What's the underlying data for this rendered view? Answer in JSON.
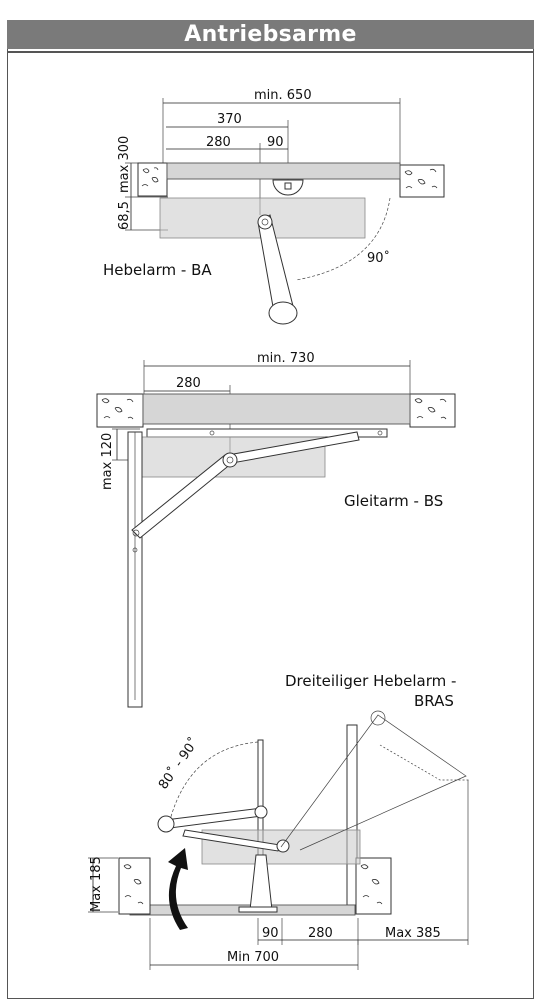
{
  "header": {
    "title": "Antriebsarme"
  },
  "section_ba": {
    "label": "Hebelarm - BA",
    "dims": {
      "min_width": "min. 650",
      "d370": "370",
      "d280": "280",
      "d90": "90",
      "max300": "max 300",
      "d68": "68,5",
      "angle": "90˚"
    }
  },
  "section_bs": {
    "label": "Gleitarm - BS",
    "dims": {
      "min_width": "min. 730",
      "d280": "280",
      "max120": "max 120"
    }
  },
  "section_bras": {
    "label_line1": "Dreiteiliger Hebelarm -",
    "label_line2": "BRAS",
    "dims": {
      "angle": "80˚ - 90˚",
      "max185": "Max 185",
      "d90": "90",
      "d280": "280",
      "max385": "Max 385",
      "min700": "Min 700"
    }
  }
}
